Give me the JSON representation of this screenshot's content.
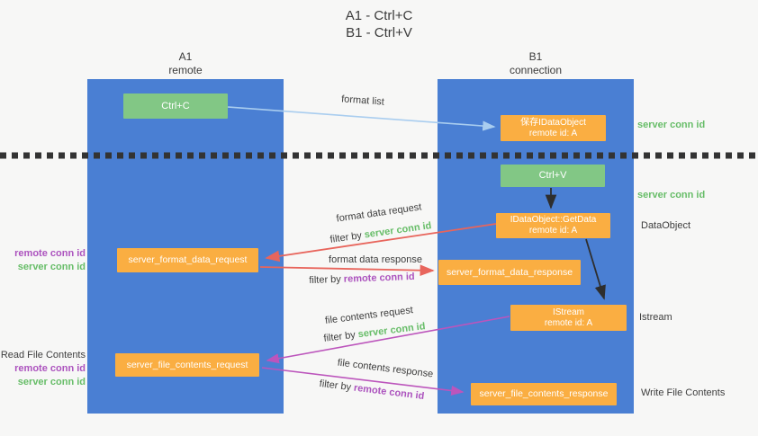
{
  "title": {
    "line1": "A1 - Ctrl+C",
    "line2": "B1 - Ctrl+V"
  },
  "lanes": {
    "a1": {
      "name": "A1",
      "sub": "remote"
    },
    "b1": {
      "name": "B1",
      "sub": "connection"
    }
  },
  "nodes": {
    "ctrl_c": "Ctrl+C",
    "ctrl_v": "Ctrl+V",
    "save_idataobject": {
      "line1": "保存IDataObject",
      "line2": "remote id: A"
    },
    "getdata": {
      "line1": "IDataObject::GetData",
      "line2": "remote id: A"
    },
    "istream": {
      "line1": "IStream",
      "line2": "remote id: A"
    },
    "server_format_data_request": "server_format_data_request",
    "server_format_data_response": "server_format_data_response",
    "server_file_contents_request": "server_file_contents_request",
    "server_file_contents_response": "server_file_contents_response"
  },
  "edge_labels": {
    "format_list": "format list",
    "format_data_request": "format data request",
    "format_data_response": "format data response",
    "file_contents_request": "file contents request",
    "file_contents_response": "file contents response",
    "filter_by": "filter by",
    "server_conn_id": "server conn id",
    "remote_conn_id": "remote conn id"
  },
  "side_labels": {
    "server_conn_id_top": "server conn id",
    "server_conn_id_mid": "server conn id",
    "dataobject": "DataObject",
    "istream": "Istream",
    "write_file_contents": "Write File Contents",
    "read_file_contents": "Read File Contents",
    "remote_conn_id": "remote conn id",
    "server_conn_id": "server conn id"
  },
  "colors": {
    "background": "#f7f7f6",
    "lane_blue": "#4a7fd3",
    "green_box": "#82c785",
    "orange_box": "#faae42",
    "green_text": "#67bd68",
    "purple_text": "#ac53be",
    "red_arrow": "#e8655c",
    "purple_arrow": "#bc55bc",
    "blue_arrow": "#a9cdef",
    "black_arrow": "#2e2e2e",
    "dotted_line": "#333333"
  }
}
